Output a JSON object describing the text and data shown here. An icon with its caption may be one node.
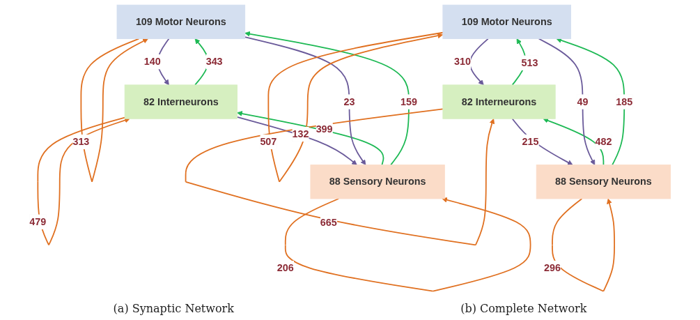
{
  "diagram": {
    "nodes": [
      {
        "text": [
          "109 Motor Neurons"
        ]
      },
      {
        "text": [
          "82 Interneurons"
        ]
      },
      {
        "text": [
          "88 Sensory Neurons"
        ]
      },
      {
        "text": [
          "109 Motor Neurons"
        ]
      },
      {
        "text": [
          "82 Interneurons"
        ]
      },
      {
        "text": [
          "88 Sensory Neurons"
        ]
      }
    ],
    "edges": [
      {
        "from": 0,
        "to": 0,
        "arrow": "to",
        "label": "313",
        "color": "#e07020"
      },
      {
        "from": 1,
        "to": 0,
        "arrow": "to",
        "label": "343",
        "color": "#1db954"
      },
      {
        "from": 0,
        "to": 1,
        "arrow": "to",
        "label": "140",
        "color": "#6a5a9a"
      },
      {
        "from": 1,
        "to": 1,
        "arrow": "to",
        "label": "479",
        "color": "#e07020"
      },
      {
        "from": 2,
        "to": 1,
        "arrow": "to",
        "label": "399",
        "color": "#1db954"
      },
      {
        "from": 1,
        "to": 2,
        "arrow": "to",
        "label": "132",
        "color": "#6a5a9a"
      },
      {
        "from": 0,
        "to": 2,
        "arrow": "to",
        "label": "23",
        "color": "#6a5a9a"
      },
      {
        "from": 2,
        "to": 0,
        "arrow": "to",
        "label": "159",
        "color": "#1db954"
      },
      {
        "from": 2,
        "to": 2,
        "arrow": "to",
        "label": "206",
        "color": "#e07020"
      },
      {
        "from": 3,
        "to": 3,
        "arrow": "to",
        "label": "507",
        "color": "#e07020"
      },
      {
        "from": 4,
        "to": 3,
        "arrow": "to",
        "label": "513",
        "color": "#1db954"
      },
      {
        "from": 3,
        "to": 4,
        "arrow": "to",
        "label": "310",
        "color": "#6a5a9a"
      },
      {
        "from": 4,
        "to": 4,
        "arrow": "to",
        "label": "665",
        "color": "#e07020"
      },
      {
        "from": 5,
        "to": 4,
        "arrow": "to",
        "label": "482",
        "color": "#1db954"
      },
      {
        "from": 4,
        "to": 5,
        "arrow": "to",
        "label": "215",
        "color": "#6a5a9a"
      },
      {
        "from": 3,
        "to": 5,
        "arrow": "to",
        "label": "49",
        "color": "#6a5a9a"
      },
      {
        "from": 5,
        "to": 3,
        "arrow": "to",
        "label": "185",
        "color": "#1db954"
      },
      {
        "from": 5,
        "to": 5,
        "arrow": "to",
        "label": "296",
        "color": "#e07020"
      }
    ],
    "labels": [
      "(a) Synaptic Network",
      "(b) Complete Network"
    ]
  }
}
